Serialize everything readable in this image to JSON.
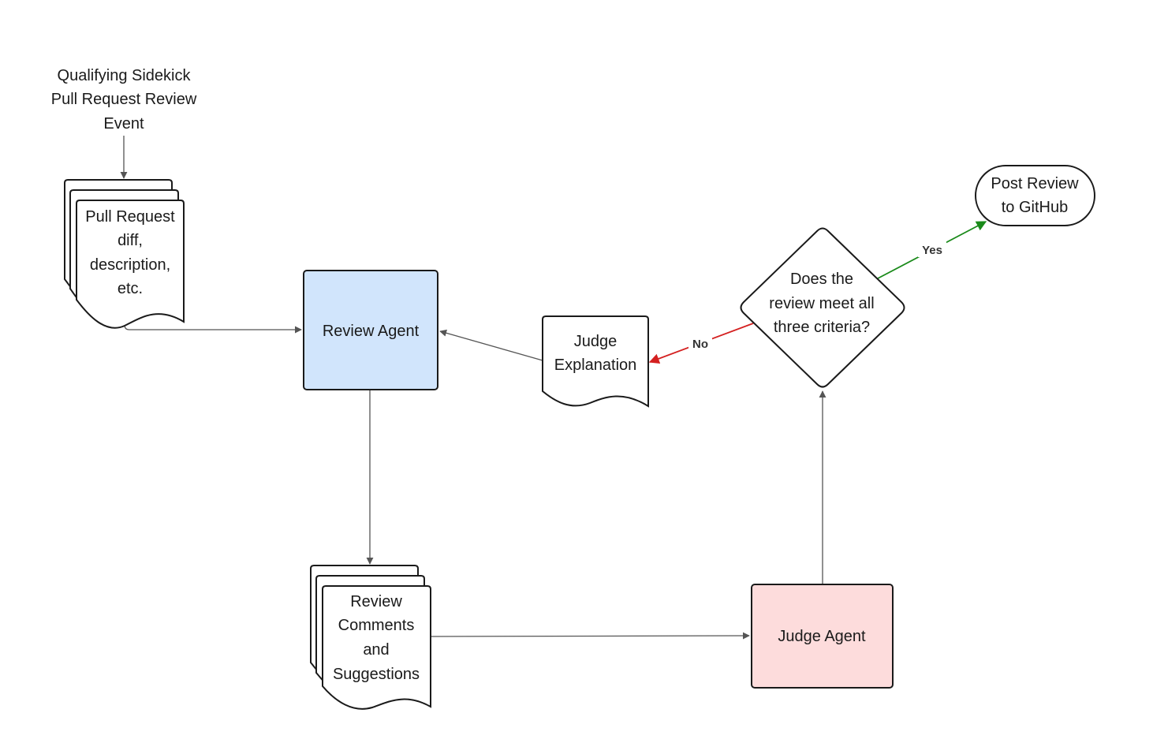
{
  "colors": {
    "stroke": "#1a1a1a",
    "connector": "#555555",
    "yes": "#1a8a1a",
    "no": "#d42020",
    "review_agent_fill": "#d1e5fc",
    "judge_agent_fill": "#fddcdc",
    "background": "#ffffff"
  },
  "nodes": {
    "trigger": {
      "line1": "Qualifying Sidekick",
      "line2": "Pull Request Review",
      "line3": "Event"
    },
    "pr_docs": {
      "line1": "Pull Request",
      "line2": "diff,",
      "line3": "description,",
      "line4": "etc."
    },
    "review_agent": {
      "label": "Review Agent"
    },
    "judge_explanation": {
      "line1": "Judge",
      "line2": "Explanation"
    },
    "decision": {
      "line1": "Does the",
      "line2": "review meet all",
      "line3": "three criteria?"
    },
    "post_review": {
      "line1": "Post Review",
      "line2": "to GitHub"
    },
    "review_comments": {
      "line1": "Review",
      "line2": "Comments",
      "line3": "and",
      "line4": "Suggestions"
    },
    "judge_agent": {
      "label": "Judge Agent"
    }
  },
  "edges": {
    "yes_label": "Yes",
    "no_label": "No"
  }
}
